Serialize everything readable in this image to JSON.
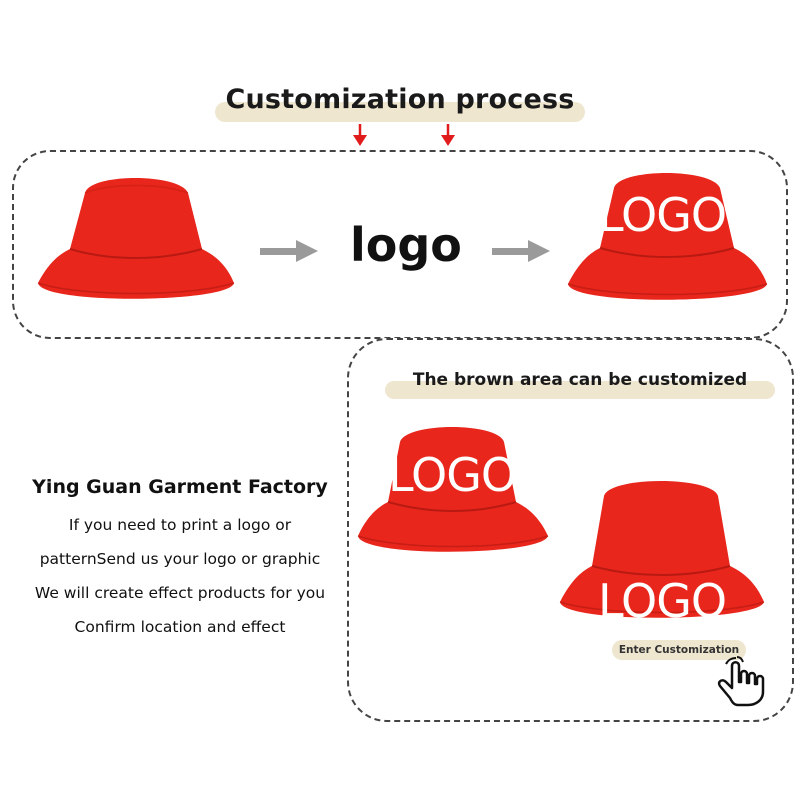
{
  "title": "Customization process",
  "step_word": "logo",
  "hat_logo_text": "LOGO",
  "subtitle": "The brown area can be customized",
  "factory": {
    "name": "Ying Guan Garment Factory",
    "lines": [
      "If you need to print a logo or",
      "patternSend us your logo or graphic",
      "We will create effect products for you",
      "Confirm location and effect"
    ]
  },
  "enter_button": "Enter Customization",
  "colors": {
    "hat_red": "#e8261c",
    "arrow_gray": "#9a9a9a",
    "accent_red": "#e01b1b",
    "highlight_beige": "#efe6cf"
  },
  "icons": [
    "down-arrow-icon",
    "right-arrow-icon",
    "hand-pointer-icon"
  ]
}
